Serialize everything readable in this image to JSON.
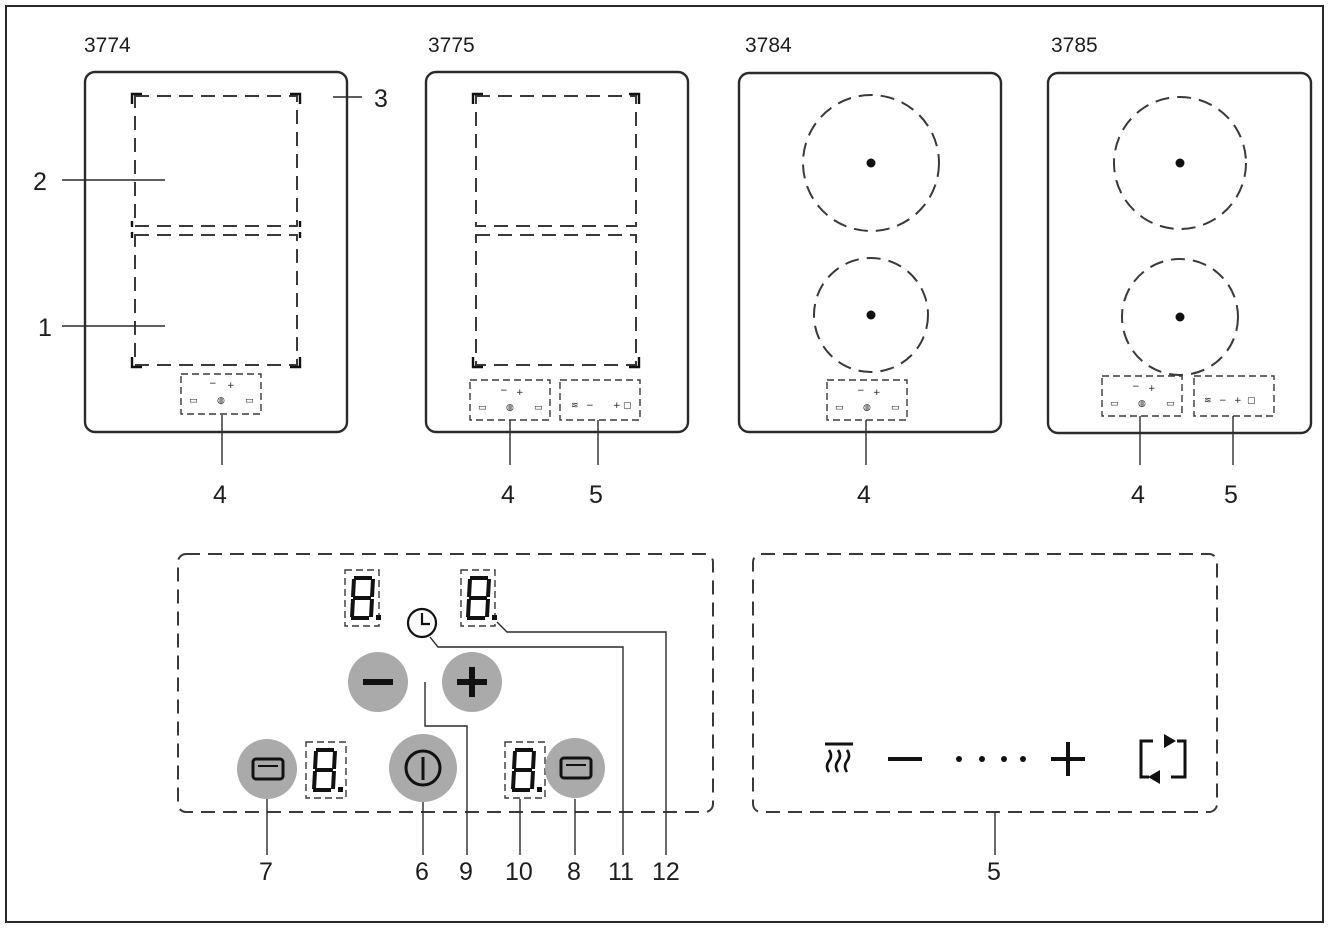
{
  "models": [
    {
      "code": "3774"
    },
    {
      "code": "3775"
    },
    {
      "code": "3784"
    },
    {
      "code": "3785"
    }
  ],
  "callouts": {
    "n1": "1",
    "n2": "2",
    "n3": "3",
    "n4a": "4",
    "n4b": "4",
    "n5a": "5",
    "n4c": "4",
    "n4d": "4",
    "n5b": "5",
    "n7": "7",
    "n6": "6",
    "n9": "9",
    "n10": "10",
    "n8": "8",
    "n11": "11",
    "n12": "12",
    "n5c": "5"
  },
  "panel_symbols": {
    "minus": "−",
    "plus": "+",
    "dots": "• • • •"
  },
  "colors": {
    "button_fill": "#aaaaaa",
    "line": "#2a2a2a",
    "background": "#ffffff"
  },
  "icons": [
    "zone-square-icon",
    "power-icon",
    "minus-icon",
    "plus-icon",
    "clock-icon",
    "seven-segment-display",
    "heat-icon",
    "swap-icon"
  ]
}
